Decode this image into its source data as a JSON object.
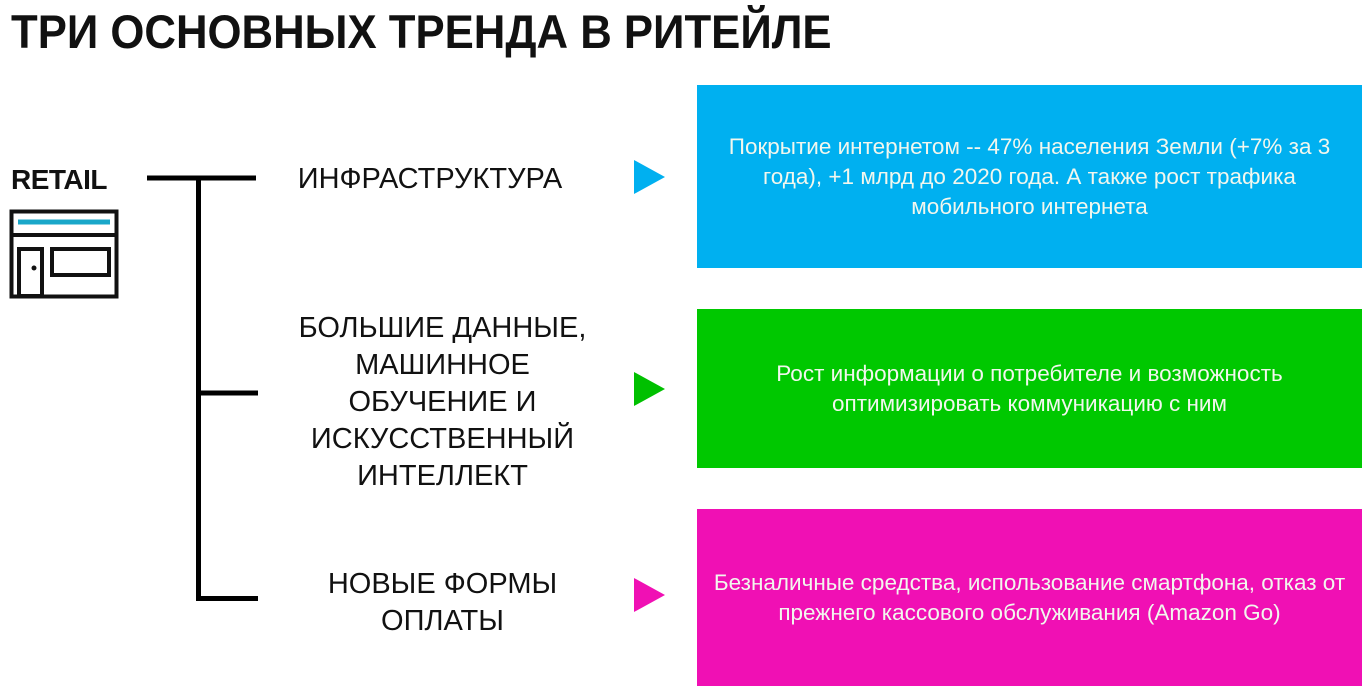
{
  "title": "ТРИ ОСНОВНЫХ ТРЕНДА В РИТЕЙЛЕ",
  "root": {
    "label": "RETAIL",
    "icon": "storefront-icon",
    "icon_accent_color": "#1aa7c9"
  },
  "trends": [
    {
      "category_lines": [
        "ИНФРАСТРУКТУРА"
      ],
      "arrow_icon": "triangle-right-icon",
      "color": "#00b0f0",
      "description": "Покрытие интернетом -- 47% населения Земли (+7% за 3 года), +1 млрд до 2020 года. А также рост трафика мобильного интернета"
    },
    {
      "category_lines": [
        "БОЛЬШИЕ ДАННЫЕ,",
        "МАШИННОЕ",
        "ОБУЧЕНИЕ И",
        "ИСКУССТВЕННЫЙ",
        "ИНТЕЛЛЕКТ"
      ],
      "arrow_icon": "triangle-right-icon",
      "color": "#00c800",
      "description": "Рост информации о потребителе и возможность оптимизировать коммуникацию с ним"
    },
    {
      "category_lines": [
        "НОВЫЕ ФОРМЫ",
        "ОПЛАТЫ"
      ],
      "arrow_icon": "triangle-right-icon",
      "color": "#f010b4",
      "description": "Безналичные средства, использование смартфона, отказ от прежнего кассового обслуживания (Amazon Go)"
    }
  ]
}
